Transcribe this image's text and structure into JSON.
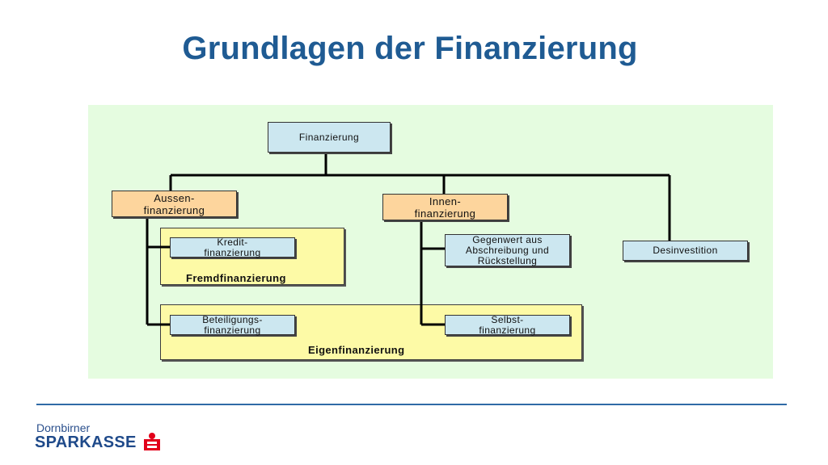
{
  "title": "Grundlagen der Finanzierung",
  "diagram": {
    "root": "Finanzierung",
    "aussen": "Aussen-\nfinanzierung",
    "innen": "Innen-\nfinanzierung",
    "desinvestition": "Desinvestition",
    "kredit": "Kredit-\nfinanzierung",
    "beteiligung": "Beteiligungs-\nfinanzierung",
    "gegenwert": "Gegenwert aus\nAbschreibung und\nRückstellung",
    "selbst": "Selbst-\nfinanzierung",
    "fremd_label": "Fremdfinanzierung",
    "eigen_label": "Eigenfinanzierung"
  },
  "footer": {
    "logo_line1": "Dornbirner",
    "logo_line2": "SPARKASSE"
  },
  "colors": {
    "title": "#1f5b93",
    "diagram_bg": "#e5fce0",
    "box_blue": "#cce7f0",
    "box_orange": "#fdd59d",
    "region_yellow": "#fdfaa6",
    "logo_red": "#e2001a"
  }
}
